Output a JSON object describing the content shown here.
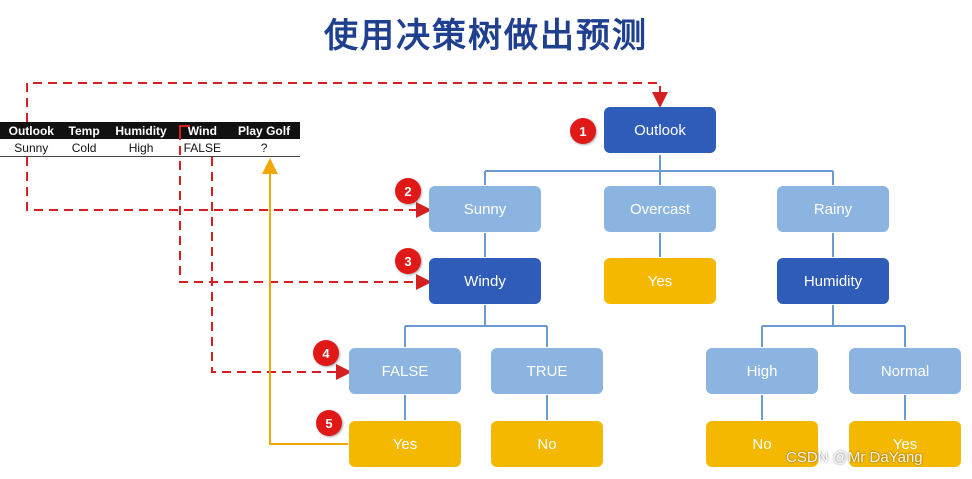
{
  "title": "使用决策树做出预测",
  "table": {
    "headers": [
      "Outlook",
      "Temp",
      "Humidity",
      "Wind",
      "Play Golf"
    ],
    "row": [
      "Sunny",
      "Cold",
      "High",
      "FALSE",
      "?"
    ]
  },
  "tree": {
    "root": "Outlook",
    "level1": [
      "Sunny",
      "Overcast",
      "Rainy"
    ],
    "level2": [
      "Windy",
      "Yes",
      "Humidity"
    ],
    "level3": [
      "FALSE",
      "TRUE",
      "High",
      "Normal"
    ],
    "level4": [
      "Yes",
      "No",
      "No",
      "Yes"
    ]
  },
  "steps": [
    "1",
    "2",
    "3",
    "4",
    "5"
  ],
  "watermark": "CSDN @Mr DaYang",
  "colors": {
    "title": "#1f3f8f",
    "dark_node": "#2e5cb8",
    "light_node": "#8cb4e0",
    "leaf_node": "#f5b800",
    "path_arrow": "#d42020",
    "answer_arrow": "#f0a800",
    "step_marker": "#e01818",
    "connector": "#6a9ad0"
  }
}
